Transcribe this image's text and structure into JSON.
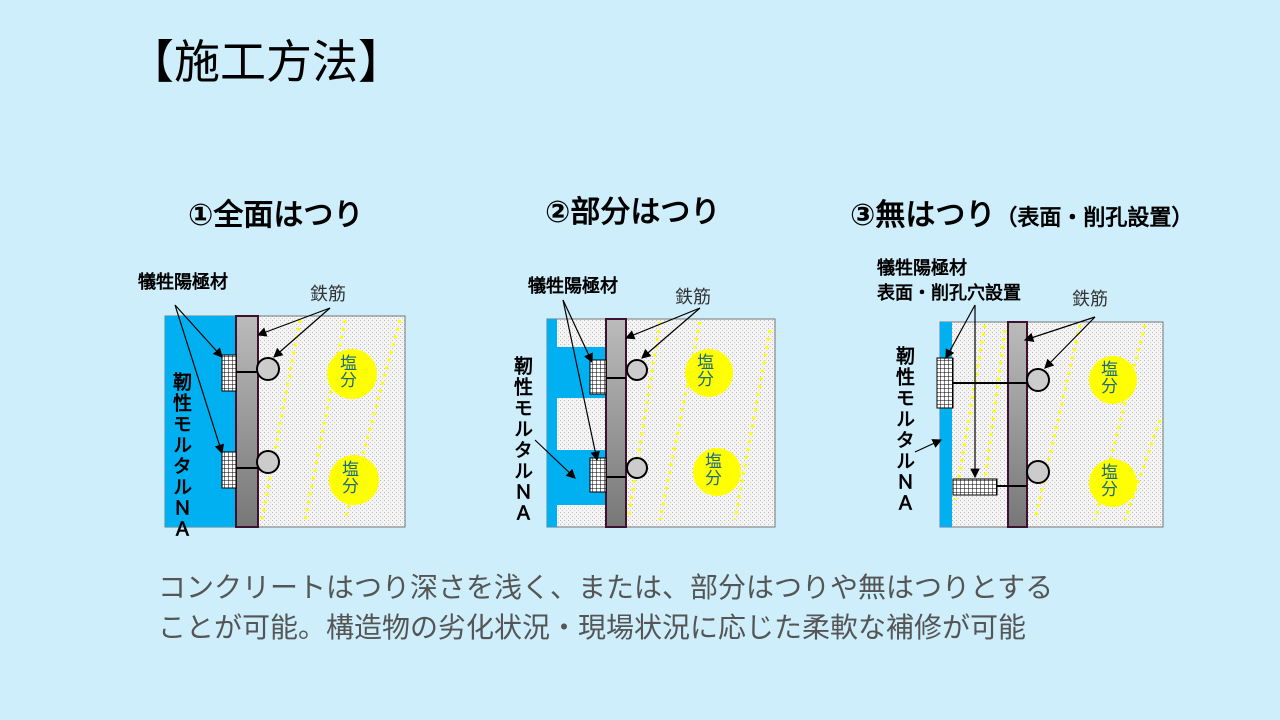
{
  "title": "【施工方法】",
  "methods": [
    {
      "heading": "①全面はつり",
      "anode_label": "犠牲陽極材",
      "rebar_label": "鉄筋",
      "mortar_label": "靭性モルタルＮＡ",
      "salt": "塩分"
    },
    {
      "heading": "②部分はつり",
      "anode_label": "犠牲陽極材",
      "rebar_label": "鉄筋",
      "mortar_label": "靭性モルタルＮＡ",
      "salt": "塩分"
    },
    {
      "heading": "③無はつり",
      "heading_note": "（表面・削孔設置）",
      "anode_label": "犠牲陽極材",
      "anode_label2": "表面・削孔穴設置",
      "rebar_label": "鉄筋",
      "mortar_label": "靭性モルタルＮＡ",
      "salt": "塩分"
    }
  ],
  "description": [
    "コンクリートはつり深さを浅く、または、部分はつりや無はつりとする",
    "ことが可能。構造物の劣化状況・現場状況に応じた柔軟な補修が可能"
  ],
  "colors": {
    "background": "#cdeefa",
    "mortar": "#00b0f0",
    "salt": "#ffff00",
    "bar": "#999999"
  }
}
